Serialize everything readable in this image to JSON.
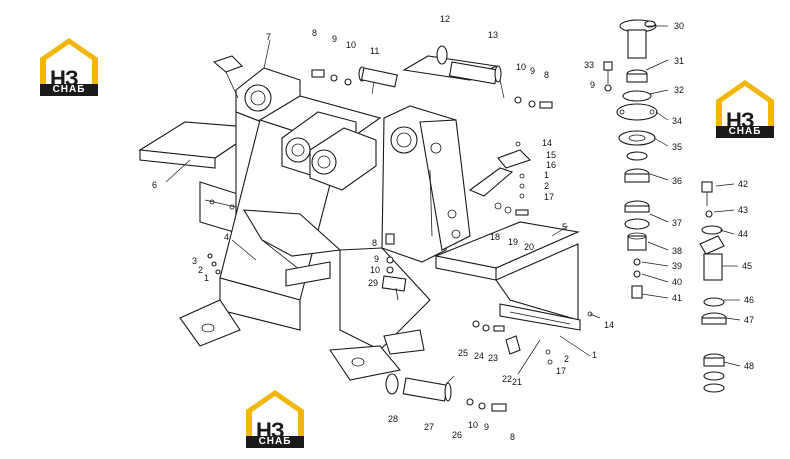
{
  "brand": {
    "mark": "НЗ",
    "word": "СНАБ",
    "colors": {
      "roof": "#f2b705",
      "dark": "#1a1a1a"
    }
  },
  "callouts": [
    "30",
    "31",
    "32",
    "34",
    "35",
    "36",
    "37",
    "38",
    "39",
    "40",
    "41",
    "42",
    "43",
    "44",
    "45",
    "46",
    "47",
    "48",
    "33",
    "9",
    "12",
    "13",
    "10",
    "9",
    "8",
    "8",
    "9",
    "10",
    "11",
    "7",
    "6",
    "14",
    "15",
    "16",
    "1",
    "2",
    "17",
    "18",
    "19",
    "20",
    "5",
    "4",
    "3",
    "2",
    "1",
    "8",
    "9",
    "10",
    "29",
    "14",
    "25",
    "24",
    "23",
    "22",
    "21",
    "2",
    "17",
    "1",
    "28",
    "27",
    "26",
    "10",
    "9",
    "8"
  ]
}
